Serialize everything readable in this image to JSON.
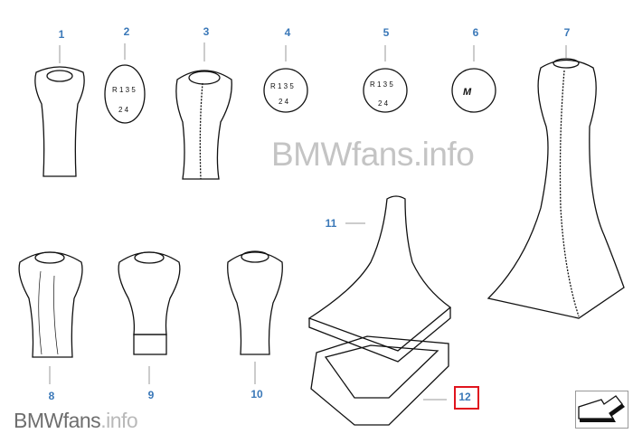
{
  "watermark": {
    "brand": "BMWfans",
    "suffix": ".info"
  },
  "callouts": [
    "1",
    "2",
    "3",
    "4",
    "5",
    "6",
    "7",
    "8",
    "9",
    "10",
    "11",
    "12"
  ],
  "highlighted_callout": "12",
  "knob_markings": {
    "shift_top": "R 1 3 5",
    "shift_bottom": "2 4",
    "m_logo": "M"
  },
  "navigation": {
    "back_icon": "back-arrow-icon"
  },
  "colors": {
    "callout": "#3a78b8",
    "highlight": "#e0141e",
    "watermark": "#c4c4c4"
  }
}
